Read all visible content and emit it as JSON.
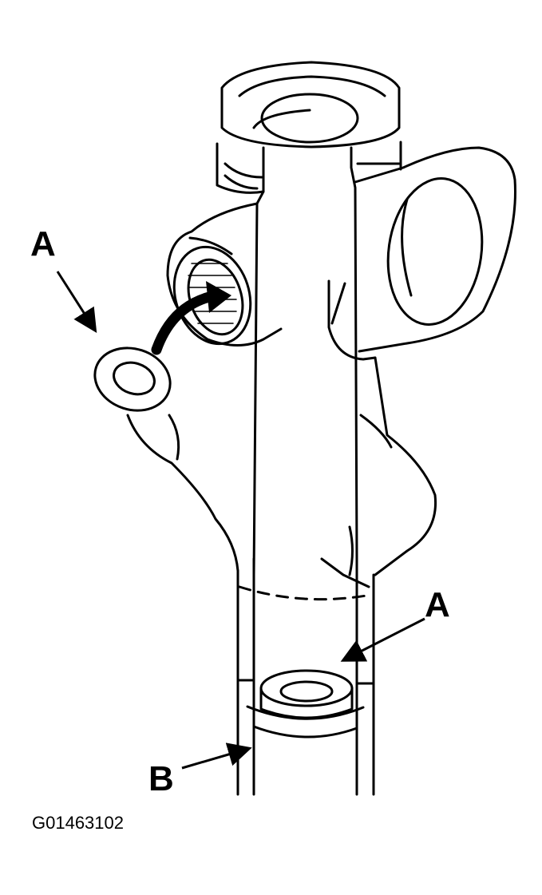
{
  "diagram": {
    "labels": {
      "washer_upper": "A",
      "washer_lower": "A",
      "seat_lower": "B"
    },
    "figure_code": "G01463102"
  }
}
